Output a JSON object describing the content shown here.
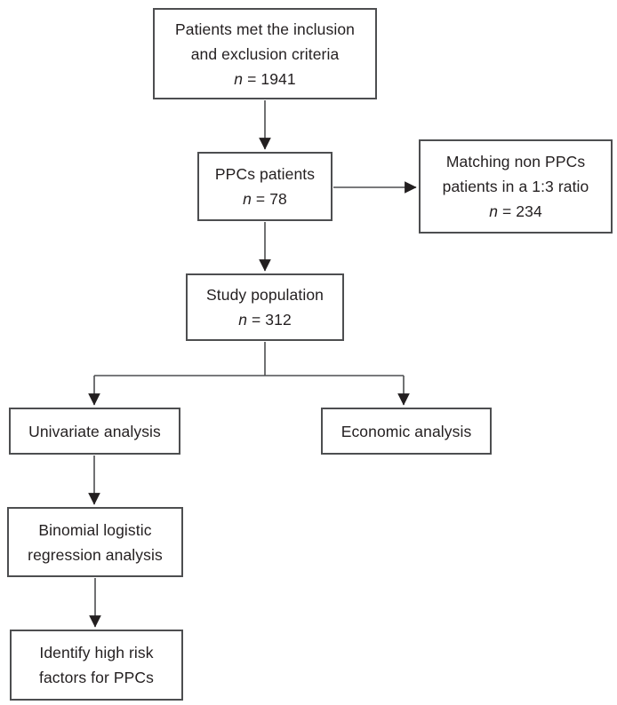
{
  "figure": {
    "type": "flowchart",
    "background_color": "#ffffff",
    "box_border_color": "#4d4e50",
    "text_color": "#231f20",
    "arrow_color": "#231f20"
  },
  "boxes": {
    "inclusion": {
      "line1": "Patients met the inclusion",
      "line2": "and exclusion criteria",
      "n_var": "n",
      "n_rest": " = 1941"
    },
    "ppcs": {
      "line1": "PPCs patients",
      "n_var": "n",
      "n_rest": " = 78"
    },
    "matching": {
      "line1": "Matching non PPCs",
      "line2": "patients in a 1:3 ratio",
      "n_var": "n",
      "n_rest": " = 234"
    },
    "study": {
      "line1": "Study population",
      "n_var": "n",
      "n_rest": " = 312"
    },
    "univariate": {
      "line1": "Univariate analysis"
    },
    "economic": {
      "line1": "Economic analysis"
    },
    "binomial": {
      "line1": "Binomial logistic",
      "line2": "regression analysis"
    },
    "identify": {
      "line1": "Identify high risk",
      "line2": "factors for PPCs"
    }
  },
  "edges": [
    "inclusion -> ppcs",
    "ppcs -> matching",
    "ppcs -> study",
    "study -> univariate",
    "study -> economic",
    "univariate -> binomial",
    "binomial -> identify"
  ]
}
